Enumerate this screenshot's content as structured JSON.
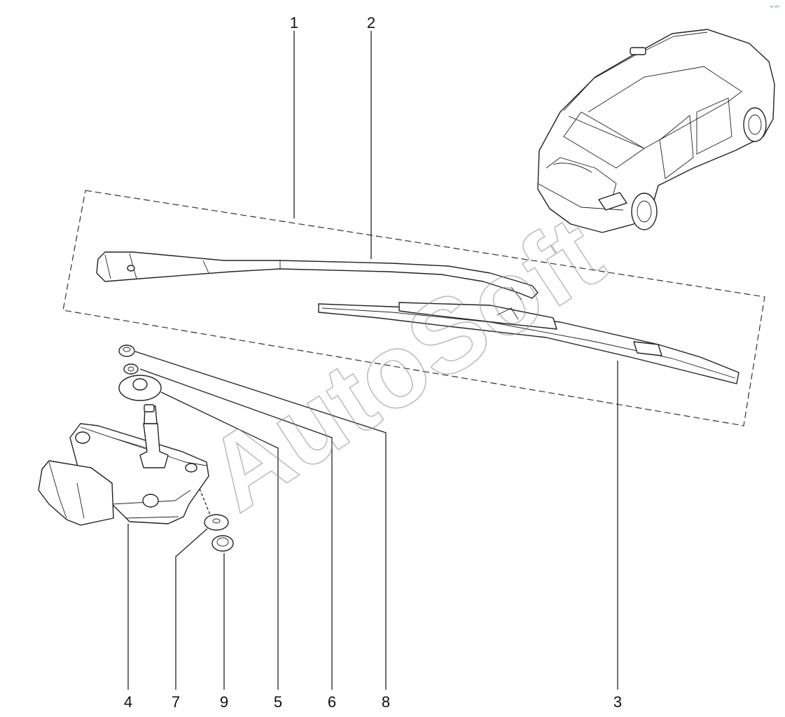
{
  "watermark": "AutoSoft",
  "corner_mark": "ᵃˢ ˢᵒᶠᵗ",
  "callouts": {
    "c1": "1",
    "c2": "2",
    "c3": "3",
    "c4": "4",
    "c5": "5",
    "c6": "6",
    "c7": "7",
    "c8": "8",
    "c9": "9"
  }
}
